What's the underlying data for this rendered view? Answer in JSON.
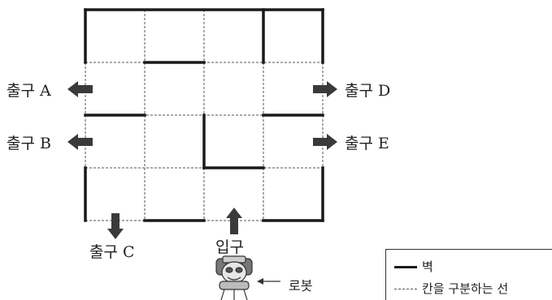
{
  "exits": {
    "a": "출구 A",
    "b": "출구 B",
    "c": "출구 C",
    "d": "출구 D",
    "e": "출구 E"
  },
  "entrance": "입구",
  "robot_label": "로봇",
  "legend": {
    "wall": "벽",
    "divider": "칸을 구분하는 선"
  },
  "colors": {
    "wall": "#1a1a1a",
    "arrow": "#3a3a3a",
    "divider": "#555555"
  }
}
